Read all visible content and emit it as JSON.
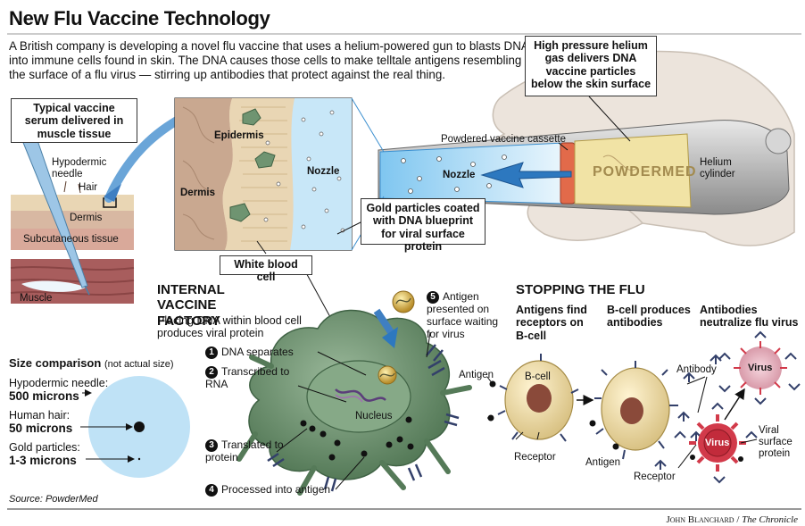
{
  "title": "New Flu Vaccine Technology",
  "intro": "A British company is developing a novel flu vaccine that uses a helium-powered gun to blasts DNA into immune cells found in skin. The DNA causes those cells to make telltale antigens resembling the surface of a flu virus — stirring up antibodies that protect against the real thing.",
  "gun": {
    "callout": "High pressure helium gas delivers DNA vaccine particles below the skin surface",
    "cassette": "Powdered vaccine cassette",
    "nozzle": "Nozzle",
    "helium": "Helium cylinder",
    "brand": "POWDERMED"
  },
  "typical": {
    "callout": "Typical vaccine serum delivered in muscle tissue",
    "needle": "Hypodermic needle",
    "hair": "Hair",
    "dermis": "Dermis",
    "subcutaneous": "Subcutaneous tissue",
    "muscle": "Muscle"
  },
  "skin": {
    "epidermis": "Epidermis",
    "dermis": "Dermis",
    "nozzle": "Nozzle",
    "gold": "Gold particles coated with DNA blueprint for viral surface protein",
    "wbc": "White blood cell"
  },
  "factory": {
    "title": "INTERNAL VACCINE FACTORY",
    "subtitle": "Placing DNA within blood cell produces viral protein",
    "steps": [
      {
        "n": "1",
        "text": "DNA separates"
      },
      {
        "n": "2",
        "text": "Transcribed to RNA"
      },
      {
        "n": "3",
        "text": "Translated to protein"
      },
      {
        "n": "4",
        "text": "Processed into antigen"
      },
      {
        "n": "5",
        "text": "Antigen presented on surface waiting for virus"
      }
    ],
    "nucleus": "Nucleus"
  },
  "size": {
    "title": "Size comparison",
    "note": "(not actual size)",
    "items": [
      {
        "name": "Hypodermic needle:",
        "size": "500 microns"
      },
      {
        "name": "Human hair:",
        "size": "50 microns"
      },
      {
        "name": "Gold particles:",
        "size": "1-3 microns"
      }
    ]
  },
  "flu": {
    "title": "STOPPING THE FLU",
    "cols": [
      "Antigens find receptors on B-cell",
      "B-cell produces antibodies",
      "Antibodies neutralize flu virus"
    ],
    "antigen": "Antigen",
    "bcell": "B-cell",
    "receptor": "Receptor",
    "antigen2": "Antigen",
    "antibody": "Antibody",
    "virus": "Virus",
    "virus2": "Virus",
    "receptor2": "Receptor",
    "viral": "Viral surface protein"
  },
  "source": "Source: PowderMed",
  "credit_name": "John Blanchard",
  "credit_paper": "The Chronicle",
  "colors": {
    "dermis": "#c9a890",
    "epidermis": "#e9d6b4",
    "cell": "#6f9471",
    "nozzle": "#3b8fcf",
    "bcell": "#ecd9a6",
    "nucleus": "#8a4a3a",
    "virus": "#d23a4a",
    "helium": "#f1e3a5"
  }
}
